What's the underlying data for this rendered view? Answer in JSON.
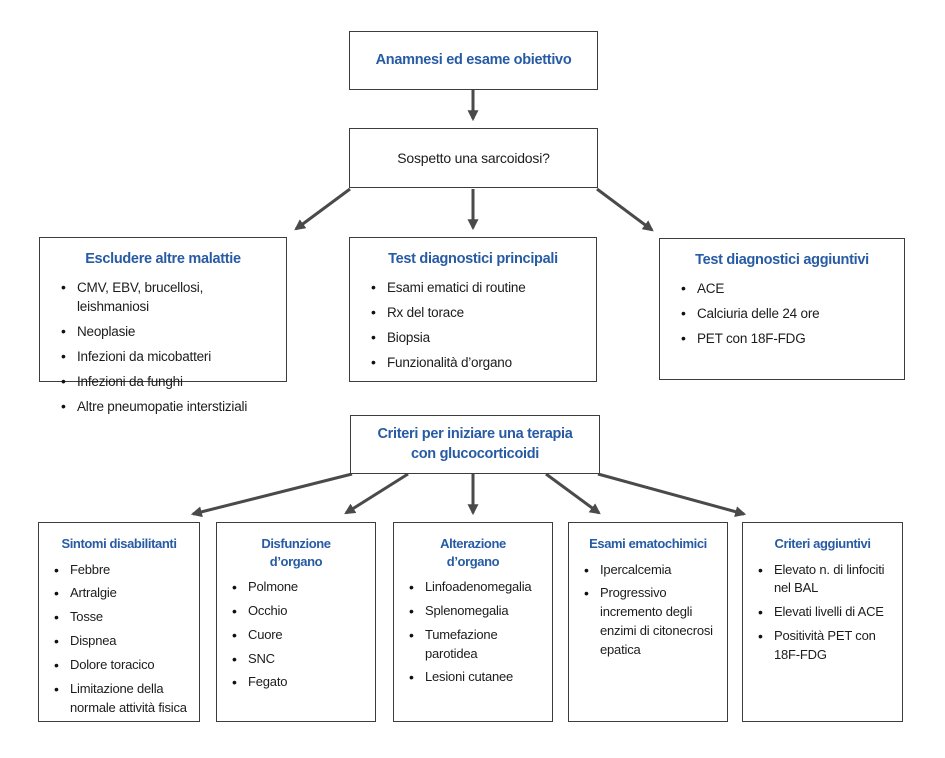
{
  "palette": {
    "heading_blue": "#275ba4",
    "body_text": "#1c1c1c",
    "box_border": "#3d3d3d",
    "arrow_gray": "#4a4a4a",
    "background": "#ffffff"
  },
  "top_section": {
    "anamnesi_box": {
      "title_lines": [
        "Anamnesi ed esame obiettivo"
      ]
    },
    "question_box": {
      "text": "Sospetto una sarcoidosi?"
    },
    "branches": [
      {
        "title_lines": [
          "Escludere altre malattie"
        ],
        "items": [
          "CMV, EBV, brucellosi, leishmaniosi",
          "Neoplasie",
          "Infezioni da micobatteri",
          "Infezioni da funghi",
          "Altre pneumopatie interstiziali"
        ]
      },
      {
        "title_lines": [
          "Test diagnostici principali"
        ],
        "items": [
          "Esami ematici di routine",
          "Rx del torace",
          "Biopsia",
          "Funzionalità d’organo"
        ]
      },
      {
        "title_lines": [
          "Test diagnostici aggiuntivi"
        ],
        "items": [
          "ACE",
          "Calciuria delle 24 ore",
          "PET con 18F-FDG"
        ]
      }
    ]
  },
  "therapy_section": {
    "criteria_box": {
      "title_lines": [
        "Criteri per iniziare una terapia",
        "con glucocorticoidi"
      ]
    },
    "branches": [
      {
        "title_lines": [
          "Sintomi disabilitanti"
        ],
        "items": [
          "Febbre",
          "Artralgie",
          "Tosse",
          "Dispnea",
          "Dolore toracico",
          "Limitazione della normale attività fisica"
        ]
      },
      {
        "title_lines": [
          "Disfunzione",
          "d’organo"
        ],
        "items": [
          "Polmone",
          "Occhio",
          "Cuore",
          "SNC",
          "Fegato"
        ]
      },
      {
        "title_lines": [
          "Alterazione",
          "d’organo"
        ],
        "items": [
          "Linfoadenomegalia",
          "Splenomegalia",
          "Tumefazione parotidea",
          "Lesioni cutanee"
        ]
      },
      {
        "title_lines": [
          "Esami ematochimici"
        ],
        "items": [
          "Ipercalcemia",
          "Progressivo incremento degli enzimi di citonecrosi epatica"
        ]
      },
      {
        "title_lines": [
          "Criteri aggiuntivi"
        ],
        "items": [
          "Elevato n. di linfociti nel BAL",
          "Elevati livelli di ACE",
          "Positività PET con 18F-FDG"
        ]
      }
    ]
  }
}
